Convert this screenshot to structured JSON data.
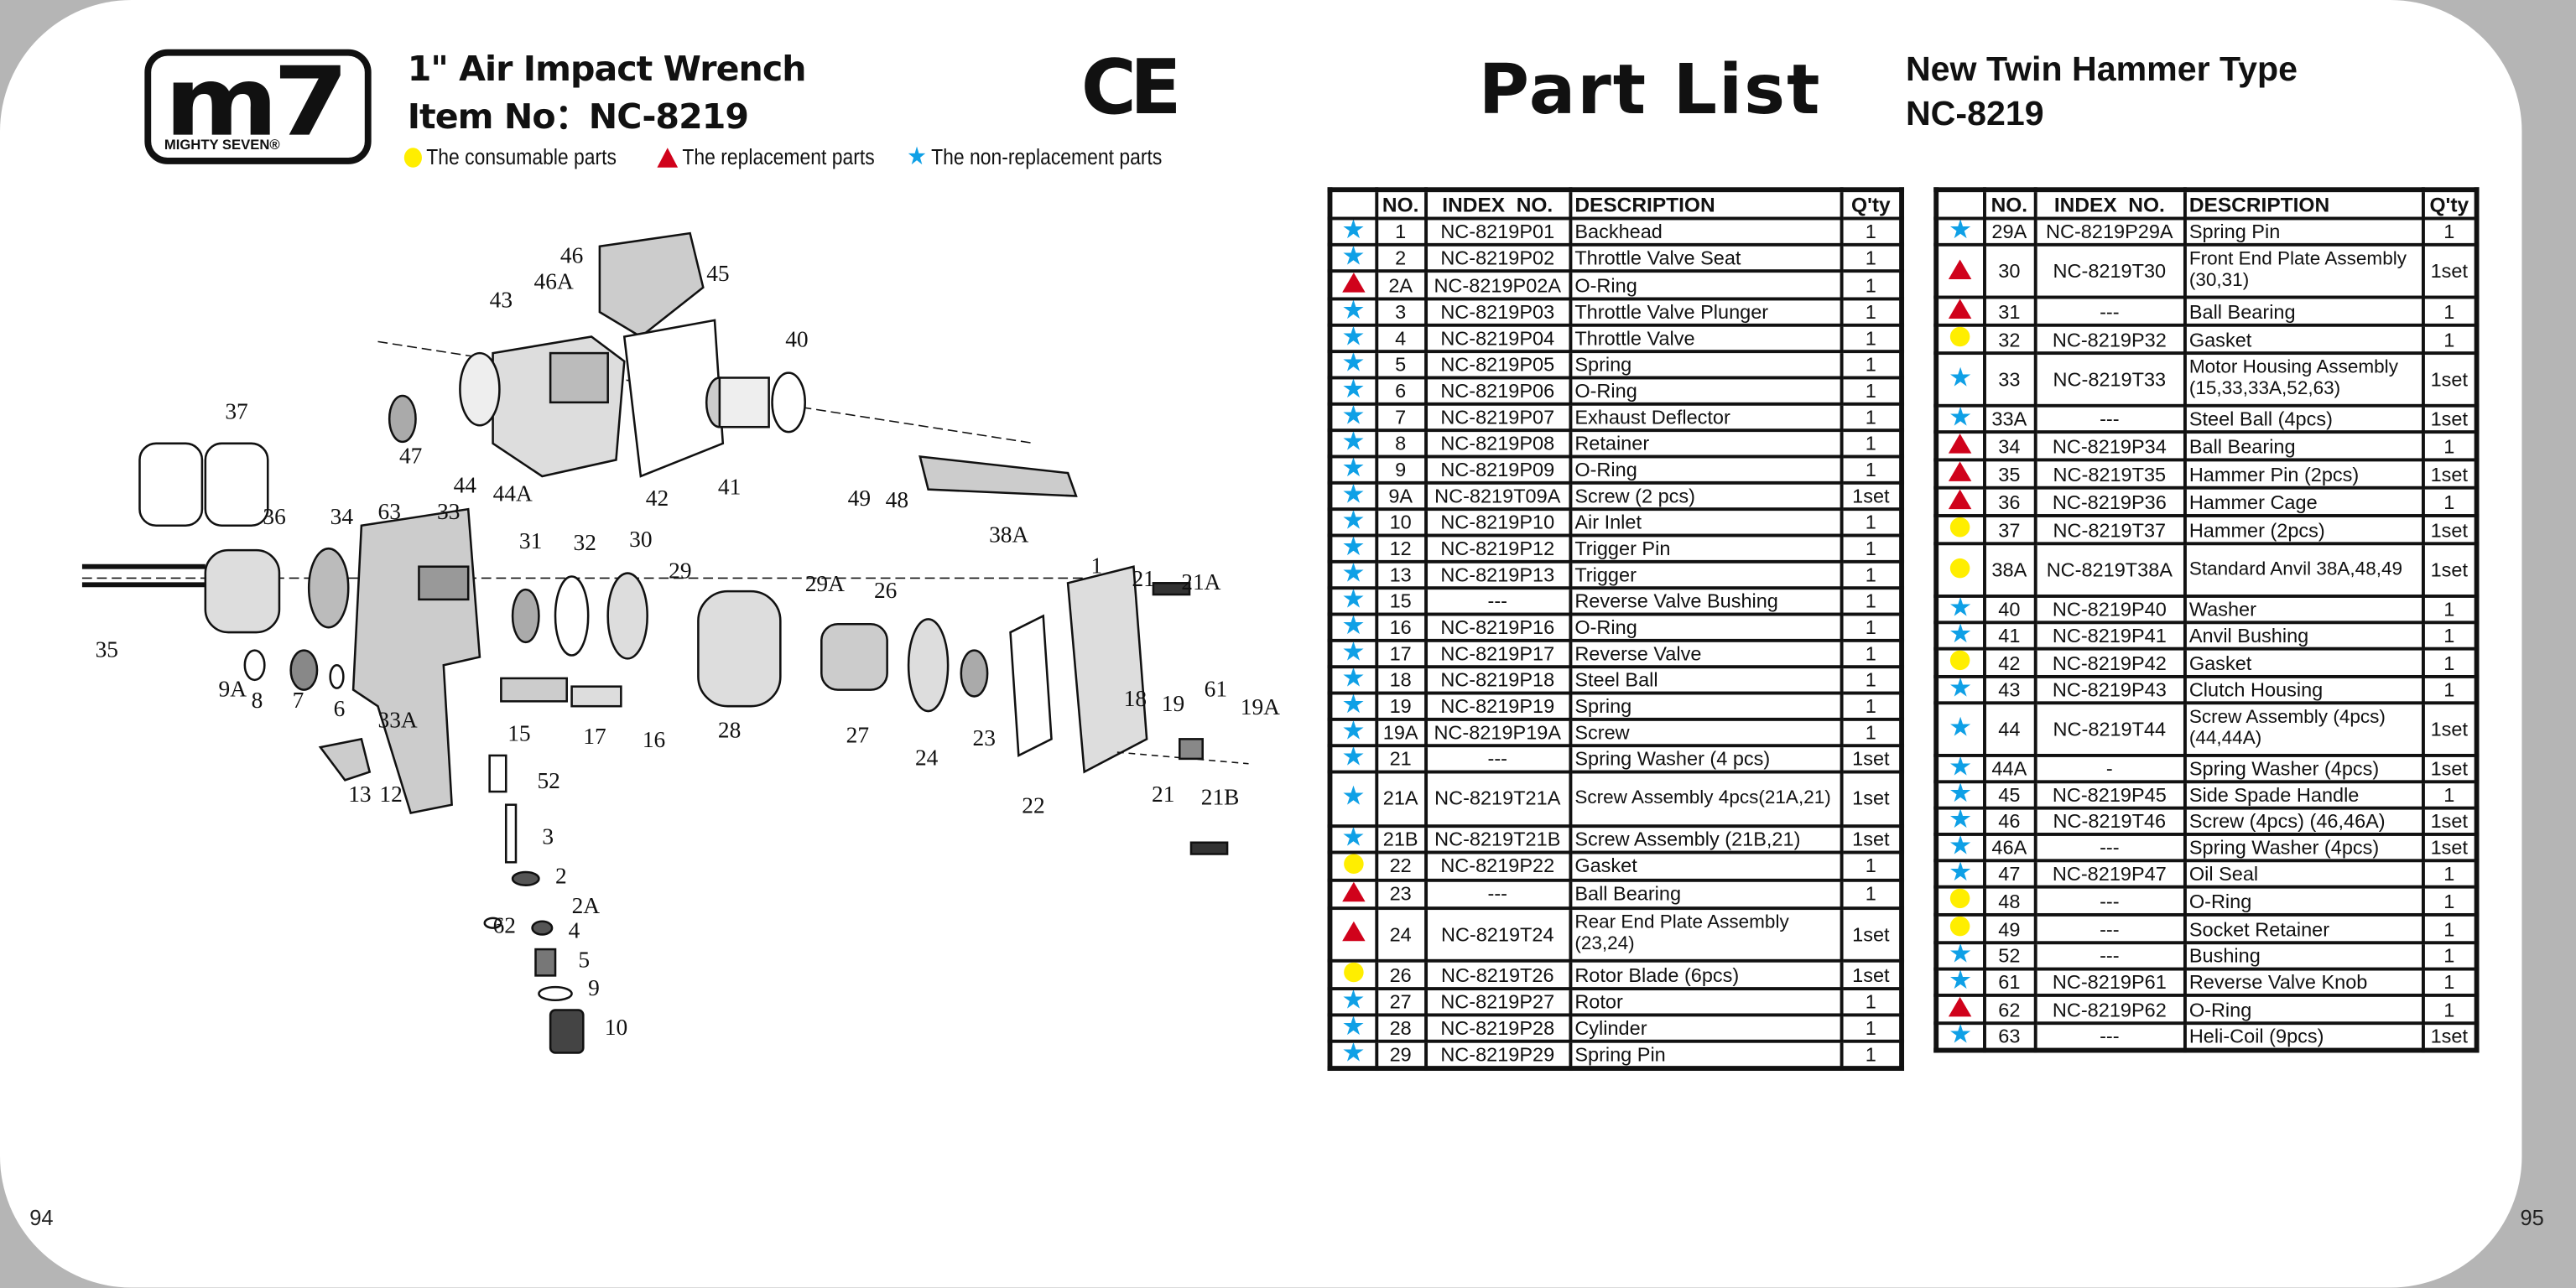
{
  "left_page": {
    "page_number": "94",
    "logo": {
      "mark": "m7",
      "brand": "MIGHTY SEVEN®"
    },
    "title": "1\" Air Impact Wrench",
    "item_no": "Item No：NC-8219",
    "ce_mark": "CE",
    "legend": [
      {
        "icon": "yellow-circle",
        "label": "The consumable parts"
      },
      {
        "icon": "red-triangle",
        "label": "The replacement parts"
      },
      {
        "icon": "blue-star",
        "label": "The non-replacement parts"
      }
    ],
    "diagram_labels": [
      "46",
      "46A",
      "45",
      "43",
      "40",
      "37",
      "47",
      "44",
      "44A",
      "42",
      "41",
      "49",
      "48",
      "38A",
      "36",
      "34",
      "63",
      "33",
      "31",
      "32",
      "30",
      "29",
      "29A",
      "26",
      "1",
      "21",
      "21A",
      "35",
      "9A",
      "8",
      "7",
      "6",
      "33A",
      "15",
      "17",
      "16",
      "28",
      "27",
      "24",
      "23",
      "22",
      "18",
      "19",
      "61",
      "19A",
      "21",
      "21B",
      "52",
      "13",
      "12",
      "3",
      "2",
      "2A",
      "4",
      "62",
      "5",
      "9",
      "10"
    ]
  },
  "right_page": {
    "page_number": "95",
    "heading": "Part List",
    "subtitle": "New Twin Hammer Type",
    "model": "NC-8219",
    "colors": {
      "star": "#0fa0e6",
      "triangle": "#d0021b",
      "circle": "#ffee00"
    },
    "columns": [
      "",
      "NO.",
      "INDEX  NO.",
      "DESCRIPTION",
      "Q'ty"
    ],
    "table1": [
      {
        "mark": "star",
        "no": "1",
        "index": "NC-8219P01",
        "desc": "Backhead",
        "qty": "1"
      },
      {
        "mark": "star",
        "no": "2",
        "index": "NC-8219P02",
        "desc": "Throttle Valve Seat",
        "qty": "1"
      },
      {
        "mark": "triangle",
        "no": "2A",
        "index": "NC-8219P02A",
        "desc": "O-Ring",
        "qty": "1"
      },
      {
        "mark": "star",
        "no": "3",
        "index": "NC-8219P03",
        "desc": "Throttle Valve Plunger",
        "qty": "1"
      },
      {
        "mark": "star",
        "no": "4",
        "index": "NC-8219P04",
        "desc": "Throttle Valve",
        "qty": "1"
      },
      {
        "mark": "star",
        "no": "5",
        "index": "NC-8219P05",
        "desc": "Spring",
        "qty": "1"
      },
      {
        "mark": "star",
        "no": "6",
        "index": "NC-8219P06",
        "desc": "O-Ring",
        "qty": "1"
      },
      {
        "mark": "star",
        "no": "7",
        "index": "NC-8219P07",
        "desc": "Exhaust Deflector",
        "qty": "1"
      },
      {
        "mark": "star",
        "no": "8",
        "index": "NC-8219P08",
        "desc": "Retainer",
        "qty": "1"
      },
      {
        "mark": "star",
        "no": "9",
        "index": "NC-8219P09",
        "desc": "O-Ring",
        "qty": "1"
      },
      {
        "mark": "star",
        "no": "9A",
        "index": "NC-8219T09A",
        "desc": "Screw (2 pcs)",
        "qty": "1set"
      },
      {
        "mark": "star",
        "no": "10",
        "index": "NC-8219P10",
        "desc": "Air Inlet",
        "qty": "1"
      },
      {
        "mark": "star",
        "no": "12",
        "index": "NC-8219P12",
        "desc": "Trigger Pin",
        "qty": "1"
      },
      {
        "mark": "star",
        "no": "13",
        "index": "NC-8219P13",
        "desc": "Trigger",
        "qty": "1"
      },
      {
        "mark": "star",
        "no": "15",
        "index": "---",
        "desc": "Reverse Valve Bushing",
        "qty": "1"
      },
      {
        "mark": "star",
        "no": "16",
        "index": "NC-8219P16",
        "desc": "O-Ring",
        "qty": "1"
      },
      {
        "mark": "star",
        "no": "17",
        "index": "NC-8219P17",
        "desc": "Reverse Valve",
        "qty": "1"
      },
      {
        "mark": "star",
        "no": "18",
        "index": "NC-8219P18",
        "desc": "Steel Ball",
        "qty": "1"
      },
      {
        "mark": "star",
        "no": "19",
        "index": "NC-8219P19",
        "desc": "Spring",
        "qty": "1"
      },
      {
        "mark": "star",
        "no": "19A",
        "index": "NC-8219P19A",
        "desc": "Screw",
        "qty": "1"
      },
      {
        "mark": "star",
        "no": "21",
        "index": "---",
        "desc": "Spring Washer (4 pcs)",
        "qty": "1set"
      },
      {
        "mark": "star",
        "no": "21A",
        "index": "NC-8219T21A",
        "desc": "Screw Assembly 4pcs(21A,21)",
        "qty": "1set",
        "double": true
      },
      {
        "mark": "star",
        "no": "21B",
        "index": "NC-8219T21B",
        "desc": "Screw Assembly (21B,21)",
        "qty": "1set"
      },
      {
        "mark": "circle",
        "no": "22",
        "index": "NC-8219P22",
        "desc": "Gasket",
        "qty": "1"
      },
      {
        "mark": "triangle",
        "no": "23",
        "index": "---",
        "desc": "Ball Bearing",
        "qty": "1"
      },
      {
        "mark": "triangle",
        "no": "24",
        "index": "NC-8219T24",
        "desc": "Rear End Plate Assembly (23,24)",
        "qty": "1set",
        "double": true
      },
      {
        "mark": "circle",
        "no": "26",
        "index": "NC-8219T26",
        "desc": "Rotor Blade (6pcs)",
        "qty": "1set"
      },
      {
        "mark": "star",
        "no": "27",
        "index": "NC-8219P27",
        "desc": "Rotor",
        "qty": "1"
      },
      {
        "mark": "star",
        "no": "28",
        "index": "NC-8219P28",
        "desc": "Cylinder",
        "qty": "1"
      },
      {
        "mark": "star",
        "no": "29",
        "index": "NC-8219P29",
        "desc": "Spring Pin",
        "qty": "1"
      }
    ],
    "table2": [
      {
        "mark": "star",
        "no": "29A",
        "index": "NC-8219P29A",
        "desc": "Spring Pin",
        "qty": "1"
      },
      {
        "mark": "triangle",
        "no": "30",
        "index": "NC-8219T30",
        "desc": "Front End Plate Assembly (30,31)",
        "qty": "1set",
        "double": true
      },
      {
        "mark": "triangle",
        "no": "31",
        "index": "---",
        "desc": "Ball Bearing",
        "qty": "1"
      },
      {
        "mark": "circle",
        "no": "32",
        "index": "NC-8219P32",
        "desc": "Gasket",
        "qty": "1"
      },
      {
        "mark": "star",
        "no": "33",
        "index": "NC-8219T33",
        "desc": "Motor Housing Assembly (15,33,33A,52,63)",
        "qty": "1set",
        "double": true
      },
      {
        "mark": "star",
        "no": "33A",
        "index": "---",
        "desc": "Steel Ball (4pcs)",
        "qty": "1set"
      },
      {
        "mark": "triangle",
        "no": "34",
        "index": "NC-8219P34",
        "desc": "Ball Bearing",
        "qty": "1"
      },
      {
        "mark": "triangle",
        "no": "35",
        "index": "NC-8219T35",
        "desc": "Hammer Pin (2pcs)",
        "qty": "1set"
      },
      {
        "mark": "triangle",
        "no": "36",
        "index": "NC-8219P36",
        "desc": "Hammer Cage",
        "qty": "1"
      },
      {
        "mark": "circle",
        "no": "37",
        "index": "NC-8219T37",
        "desc": "Hammer (2pcs)",
        "qty": "1set"
      },
      {
        "mark": "circle",
        "no": "38A",
        "index": "NC-8219T38A",
        "desc": "Standard Anvil 38A,48,49",
        "qty": "1set",
        "double": true
      },
      {
        "mark": "star",
        "no": "40",
        "index": "NC-8219P40",
        "desc": "Washer",
        "qty": "1"
      },
      {
        "mark": "star",
        "no": "41",
        "index": "NC-8219P41",
        "desc": "Anvil Bushing",
        "qty": "1"
      },
      {
        "mark": "circle",
        "no": "42",
        "index": "NC-8219P42",
        "desc": "Gasket",
        "qty": "1"
      },
      {
        "mark": "star",
        "no": "43",
        "index": "NC-8219P43",
        "desc": "Clutch Housing",
        "qty": "1"
      },
      {
        "mark": "star",
        "no": "44",
        "index": "NC-8219T44",
        "desc": "Screw Assembly (4pcs) (44,44A)",
        "qty": "1set",
        "double": true
      },
      {
        "mark": "star",
        "no": "44A",
        "index": "-",
        "desc": "Spring Washer (4pcs)",
        "qty": "1set"
      },
      {
        "mark": "star",
        "no": "45",
        "index": "NC-8219P45",
        "desc": "Side Spade Handle",
        "qty": "1"
      },
      {
        "mark": "star",
        "no": "46",
        "index": "NC-8219T46",
        "desc": "Screw (4pcs) (46,46A)",
        "qty": "1set"
      },
      {
        "mark": "star",
        "no": "46A",
        "index": "---",
        "desc": "Spring Washer (4pcs)",
        "qty": "1set"
      },
      {
        "mark": "star",
        "no": "47",
        "index": "NC-8219P47",
        "desc": "Oil Seal",
        "qty": "1"
      },
      {
        "mark": "circle",
        "no": "48",
        "index": "---",
        "desc": "O-Ring",
        "qty": "1"
      },
      {
        "mark": "circle",
        "no": "49",
        "index": "---",
        "desc": "Socket Retainer",
        "qty": "1"
      },
      {
        "mark": "star",
        "no": "52",
        "index": "---",
        "desc": "Bushing",
        "qty": "1"
      },
      {
        "mark": "star",
        "no": "61",
        "index": "NC-8219P61",
        "desc": "Reverse Valve Knob",
        "qty": "1"
      },
      {
        "mark": "triangle",
        "no": "62",
        "index": "NC-8219P62",
        "desc": "O-Ring",
        "qty": "1"
      },
      {
        "mark": "star",
        "no": "63",
        "index": "---",
        "desc": "Heli-Coil (9pcs)",
        "qty": "1set"
      }
    ]
  }
}
